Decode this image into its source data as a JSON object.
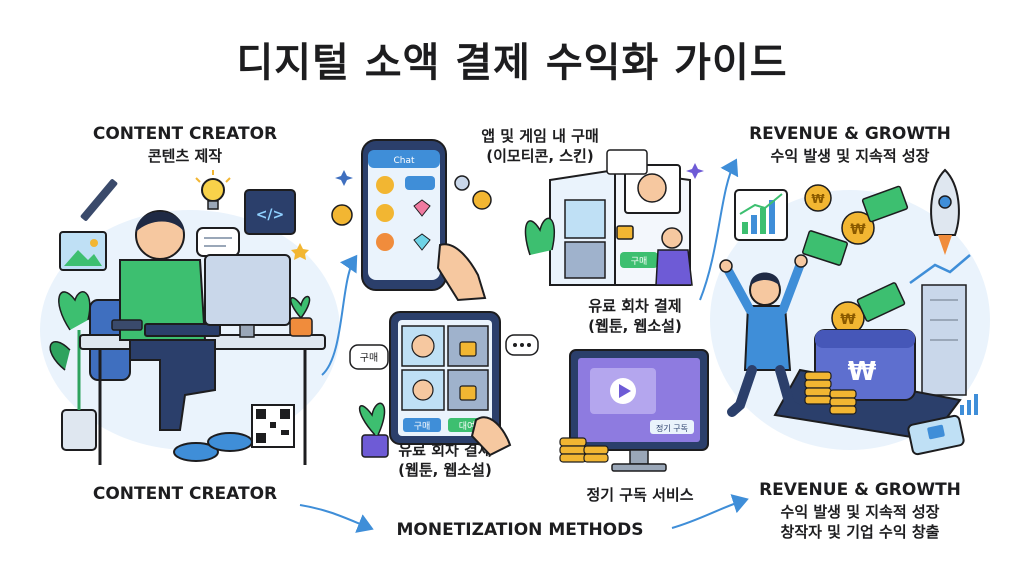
{
  "title": "디지털 소액 결제 수익화 가이드",
  "creator": {
    "heading": "CONTENT CREATOR",
    "subheading": "콘텐츠 제작",
    "footer": "CONTENT CREATOR"
  },
  "methods": {
    "in_app": "앱 및 게임 내 구매\n(이모티콘, 스킨)",
    "episode_pay_top": "유료 회차 결제\n(웹툰, 웹소설)",
    "episode_pay_bottom": "유료 회차 결제\n(웹툰, 웹소설)",
    "subscription": "정기 구독 서비스",
    "footer": "MONETIZATION METHODS",
    "phone_chat": "Chat",
    "buy_bubble": "구매",
    "tablet_buy": "구매",
    "tablet_rent": "대여",
    "book_buy": "구매",
    "monitor_subscribe": "정기 구독"
  },
  "revenue": {
    "heading": "REVENUE & GROWTH",
    "subheading": "수익 발생 및 지속적 성장",
    "footer_heading": "REVENUE & GROWTH",
    "footer_line1": "수익 발생 및 지속적 성장",
    "footer_line2": "창작자 및 기업 수익 창출",
    "won": "₩"
  },
  "colors": {
    "accent_blue": "#3f8ed8",
    "green": "#3dbf70",
    "gold": "#f2b632",
    "purple": "#6e5bd6"
  }
}
